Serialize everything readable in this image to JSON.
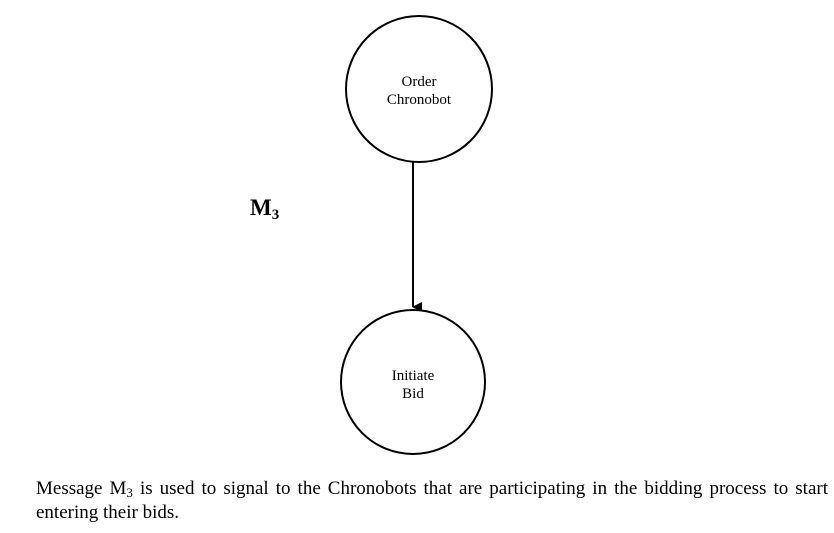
{
  "diagram": {
    "nodes": [
      {
        "id": "order-chronobot",
        "lines": [
          "Order",
          "Chronobot"
        ]
      },
      {
        "id": "initiate-bid",
        "lines": [
          "Initiate",
          "Bid"
        ]
      }
    ],
    "edges": [
      {
        "from": "order-chronobot",
        "to": "initiate-bid",
        "label": "M3"
      }
    ],
    "message_label": {
      "main": "M",
      "subscript": "3"
    },
    "stroke_color": "#000000"
  },
  "caption": {
    "part1": "Message M",
    "subscript": "3",
    "part2": " is used to signal to the Chronobots that are participating in the bidding process to start entering their bids."
  }
}
